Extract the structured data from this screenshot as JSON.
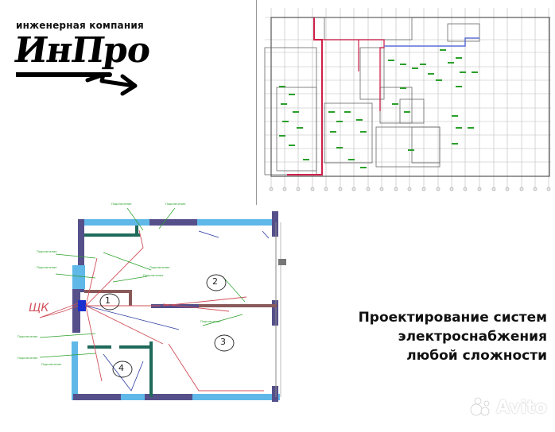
{
  "logo": {
    "subtitle": "инженерная компания",
    "name": "ИнПро"
  },
  "tagline": {
    "line1": "Проектирование систем",
    "line2": "электроснабжения",
    "line3": "любой сложности"
  },
  "plan_top": {
    "description": "industrial building electrical layout plan",
    "colors": {
      "feeder": "#d0204a",
      "blue_line": "#5b6fd6",
      "labels": "#2aa02a",
      "grid": "#666666"
    }
  },
  "plan_bottom": {
    "panel_label": "ЩК",
    "rooms": [
      "1",
      "2",
      "3",
      "4"
    ],
    "colors": {
      "wall_blue": "#5fb8e8",
      "wall_hatch": "#55508a",
      "wiring": "#d0505a",
      "labels_green": "#2aa02a",
      "labels_blue": "#2a3aa0",
      "inner_wall": "#1f6a5a"
    }
  },
  "watermark": {
    "text": "Avito"
  }
}
